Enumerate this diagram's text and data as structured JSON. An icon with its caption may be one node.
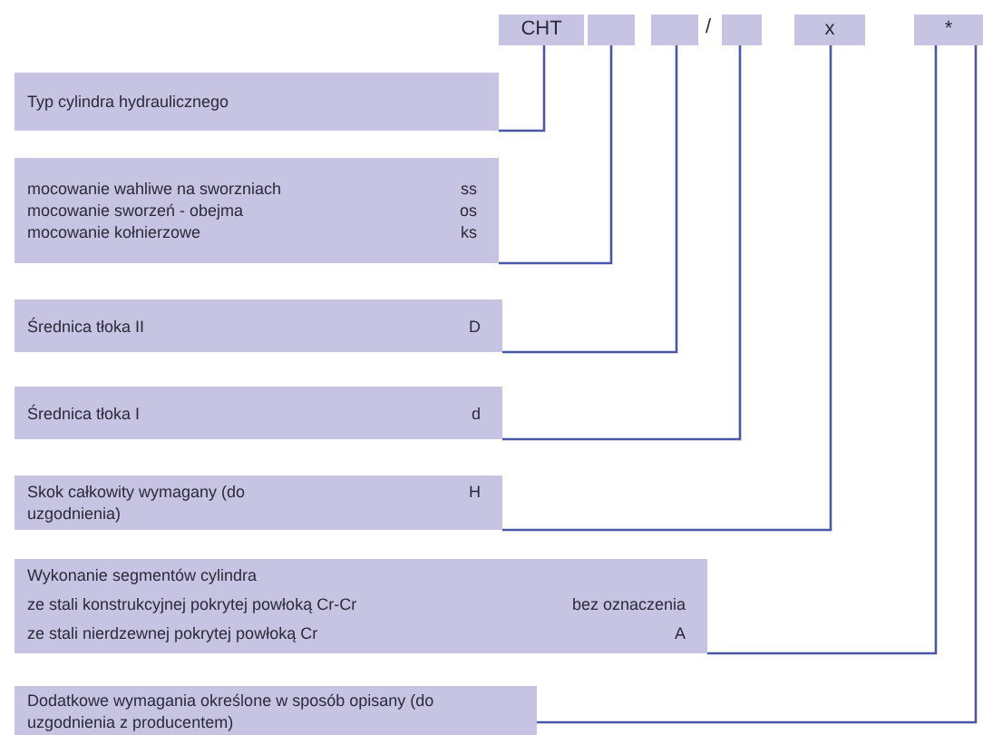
{
  "diagram": {
    "nodes": [
      {
        "text": [
          "CHT"
        ]
      },
      {
        "text": [],
        "shape": "box"
      },
      {
        "text": [],
        "shape": "box"
      },
      {
        "text": [],
        "shape": "box"
      },
      {
        "text": [
          "x"
        ]
      },
      {
        "text": [
          "*"
        ]
      },
      {
        "text": [
          "Typ cylindra hydraulicznego"
        ]
      },
      {
        "text": [
          "mocowanie wahliwe na sworzniach",
          "ss",
          "mocowanie sworzeń - obejma",
          "os",
          "mocowanie kołnierzowe",
          "ks"
        ]
      },
      {
        "text": [
          "Średnica tłoka II",
          "D"
        ]
      },
      {
        "text": [
          "Średnica tłoka I",
          "d"
        ]
      },
      {
        "text": [
          "Skok całkowity wymagany (do uzgodnienia)",
          "H"
        ]
      },
      {
        "text": [
          "Wykonanie segmentów cylindra",
          "ze stali konstrukcyjnej pokrytej powłoką Cr-Cr",
          "bez oznaczenia",
          "ze stali nierdzewnej pokrytej powłoką Cr",
          "A"
        ]
      },
      {
        "text": [
          "Dodatkowe wymagania określone w sposób opisany (do uzgodnienia z producentem)"
        ]
      }
    ],
    "edges": [
      {
        "from": 0,
        "to": 6,
        "arrow": "none"
      },
      {
        "from": 1,
        "to": 7,
        "arrow": "none"
      },
      {
        "from": 2,
        "to": 8,
        "arrow": "none"
      },
      {
        "from": 3,
        "to": 9,
        "arrow": "none"
      },
      {
        "from": 4,
        "to": 10,
        "arrow": "none"
      },
      {
        "from": 5,
        "to": 11,
        "arrow": "none"
      },
      {
        "from": 5,
        "to": 12,
        "arrow": "none"
      }
    ],
    "labels": [
      "/"
    ]
  }
}
